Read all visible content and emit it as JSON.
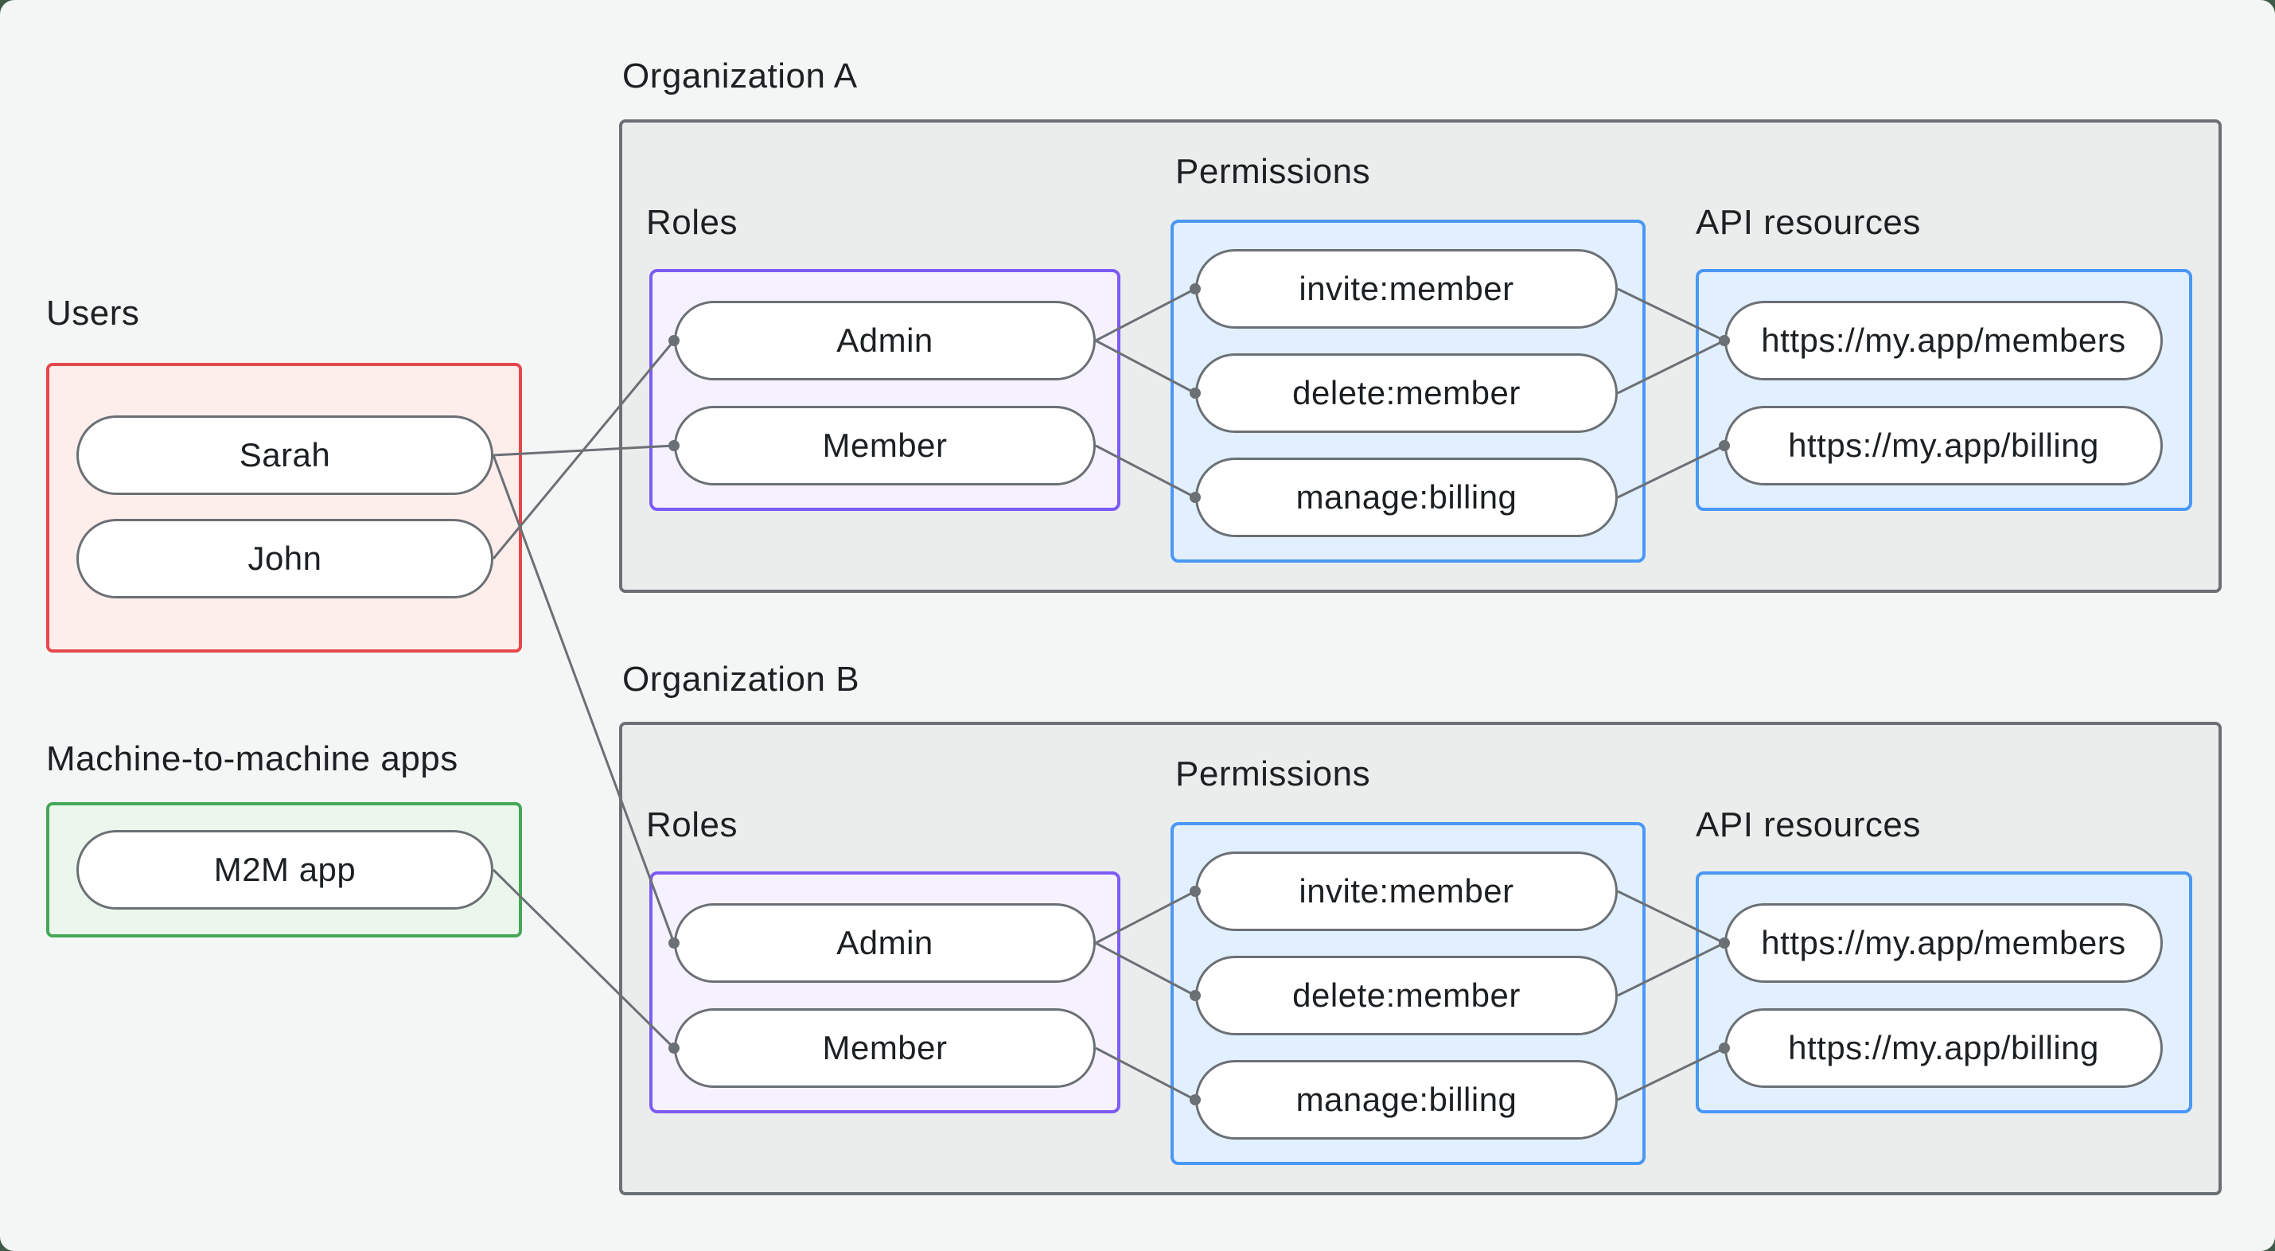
{
  "users": {
    "label": "Users",
    "items": [
      "Sarah",
      "John"
    ]
  },
  "m2m": {
    "label": "Machine-to-machine apps",
    "items": [
      "M2M app"
    ]
  },
  "orgs": [
    {
      "label": "Organization A",
      "roles_label": "Roles",
      "permissions_label": "Permissions",
      "api_label": "API resources",
      "roles": [
        "Admin",
        "Member"
      ],
      "permissions": [
        "invite:member",
        "delete:member",
        "manage:billing"
      ],
      "api_resources": [
        "https://my.app/members",
        "https://my.app/billing"
      ]
    },
    {
      "label": "Organization B",
      "roles_label": "Roles",
      "permissions_label": "Permissions",
      "api_label": "API resources",
      "roles": [
        "Admin",
        "Member"
      ],
      "permissions": [
        "invite:member",
        "delete:member",
        "manage:billing"
      ],
      "api_resources": [
        "https://my.app/members",
        "https://my.app/billing"
      ]
    }
  ],
  "connections": [
    {
      "from": "user-sarah",
      "to": "orgA-role-member"
    },
    {
      "from": "user-sarah",
      "to": "orgB-role-admin"
    },
    {
      "from": "user-john",
      "to": "orgA-role-admin"
    },
    {
      "from": "m2m-app",
      "to": "orgB-role-member"
    },
    {
      "from": "orgA-role-admin",
      "to": "orgA-perm-invite"
    },
    {
      "from": "orgA-role-admin",
      "to": "orgA-perm-delete"
    },
    {
      "from": "orgA-role-member",
      "to": "orgA-perm-manage"
    },
    {
      "from": "orgA-perm-invite",
      "to": "orgA-api-members"
    },
    {
      "from": "orgA-perm-delete",
      "to": "orgA-api-members"
    },
    {
      "from": "orgA-perm-manage",
      "to": "orgA-api-billing"
    },
    {
      "from": "orgB-role-admin",
      "to": "orgB-perm-invite"
    },
    {
      "from": "orgB-role-admin",
      "to": "orgB-perm-delete"
    },
    {
      "from": "orgB-role-member",
      "to": "orgB-perm-manage"
    },
    {
      "from": "orgB-perm-invite",
      "to": "orgB-api-members"
    },
    {
      "from": "orgB-perm-delete",
      "to": "orgB-api-members"
    },
    {
      "from": "orgB-perm-manage",
      "to": "orgB-api-billing"
    }
  ],
  "style": {
    "connector_color": "#6b7075",
    "connector_width": 3,
    "dot_radius": 7,
    "colors": {
      "canvas_bg": "#f4f6f5",
      "outside_bg": "#3e5a48",
      "text": "#1c2023",
      "org_fill": "#ebedec",
      "org_border": "#6b7075",
      "users_border": "#e5484d",
      "users_fill": "#fdeeec",
      "m2m_border": "#46a758",
      "m2m_fill": "#ebf7ed",
      "roles_border": "#7d5bf5",
      "roles_fill": "#f5f1fe",
      "permissions_border": "#4a97f6",
      "permissions_fill": "#e1effe"
    }
  }
}
